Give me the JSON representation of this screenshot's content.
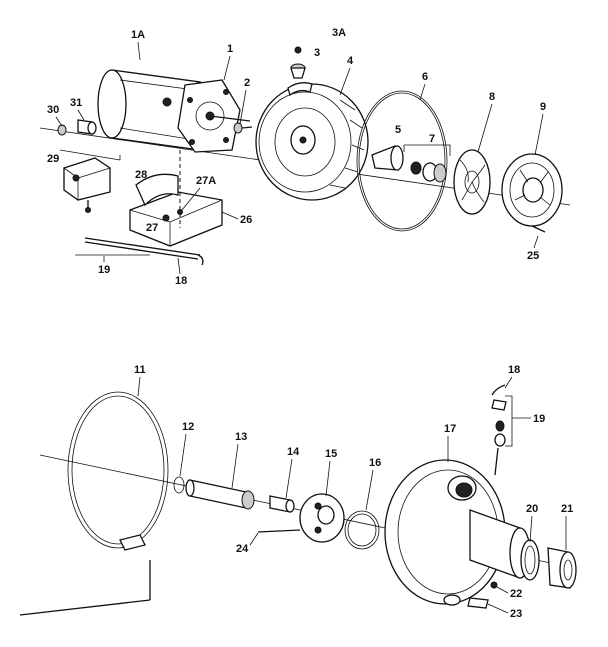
{
  "labels": {
    "l1A": "1A",
    "l1": "1",
    "l2": "2",
    "l3": "3",
    "l3A": "3A",
    "l4": "4",
    "l5": "5",
    "l6": "6",
    "l7": "7",
    "l8": "8",
    "l9": "9",
    "l25": "25",
    "l26": "26",
    "l27": "27",
    "l27A": "27A",
    "l28": "28",
    "l29": "29",
    "l30": "30",
    "l31": "31",
    "l18a": "18",
    "l19a": "19",
    "l11": "11",
    "l12": "12",
    "l13": "13",
    "l14": "14",
    "l15": "15",
    "l16": "16",
    "l17": "17",
    "l18b": "18",
    "l19b": "19",
    "l20": "20",
    "l21": "21",
    "l22": "22",
    "l23": "23",
    "l24": "24"
  }
}
